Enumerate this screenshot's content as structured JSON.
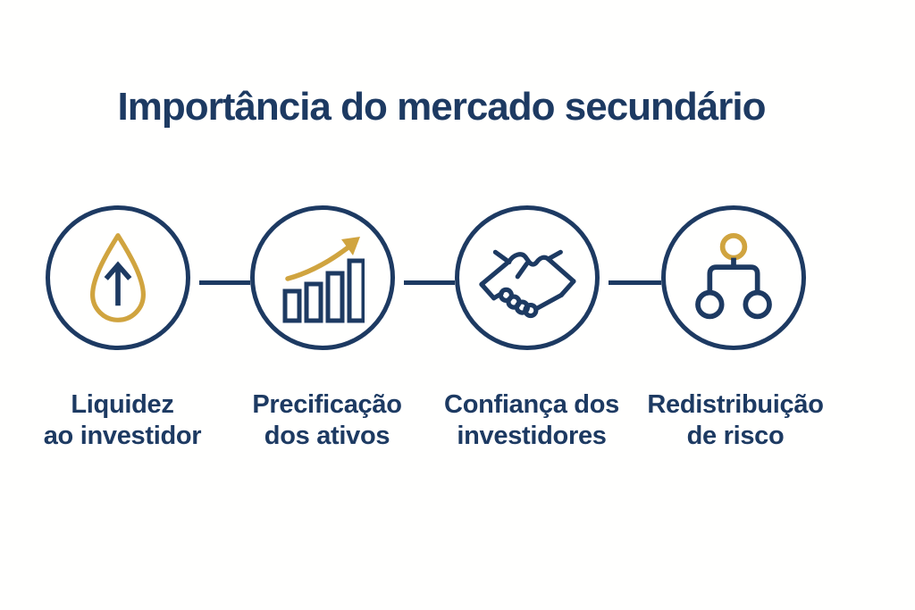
{
  "colors": {
    "navy": "#1d3a62",
    "gold": "#d0a43f",
    "background": "#fffffe"
  },
  "title": "Importância do mercado secundário",
  "items": [
    {
      "id": "liquidity",
      "icon": "drop-up-arrow-icon",
      "label": [
        "Liquidez",
        "ao investidor"
      ]
    },
    {
      "id": "pricing",
      "icon": "bar-chart-growth-icon",
      "label": [
        "Precificação",
        "dos ativos"
      ]
    },
    {
      "id": "confidence",
      "icon": "handshake-icon",
      "label": [
        "Confiança dos",
        "investidores"
      ]
    },
    {
      "id": "risk-redistribution",
      "icon": "org-chart-icon",
      "label": [
        "Redistribuição",
        "de risco"
      ]
    }
  ]
}
